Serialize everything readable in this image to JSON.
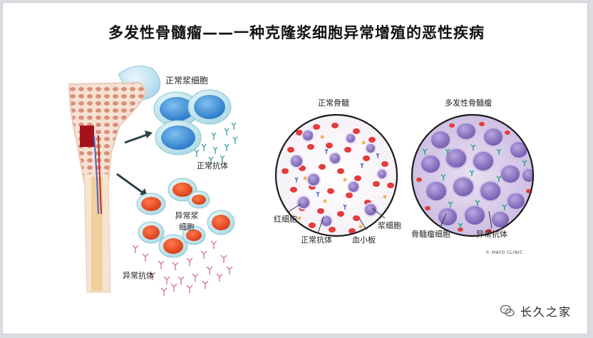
{
  "title": "多发性骨髓瘤——一种克隆浆细胞异常增殖的恶性疾病",
  "left_panel": {
    "normal_plasma": "正常浆细胞",
    "normal_antibody": "正常抗体",
    "abnormal_plasma_line1": "异常浆",
    "abnormal_plasma_line2": "细胞",
    "abnormal_antibody": "异常抗体"
  },
  "right_panel": {
    "normal_marrow_title": "正常骨髓",
    "myeloma_title": "多发性骨髓瘤",
    "red_cell": "红细胞",
    "normal_antibody": "正常抗体",
    "platelet": "血小板",
    "plasma_cell": "浆细胞",
    "myeloma_cell": "骨髓瘤细胞",
    "abnormal_antibody": "异常抗体",
    "credit": "© MAYO CLINIC"
  },
  "watermark": {
    "icon": "wechat-icon",
    "text": "长久之家"
  },
  "colors": {
    "normal_plasma": "#3d8ed6",
    "abnormal_plasma": "#e4512a",
    "red_cell": "#e53b3b",
    "myeloma_cell": "#8a72c0",
    "antibody_normal": "#3fa3a0",
    "antibody_abnormal": "#d07a8c"
  }
}
